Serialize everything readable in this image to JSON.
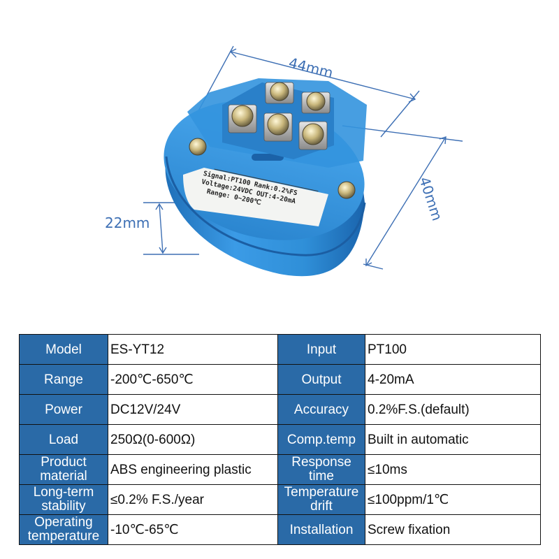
{
  "figure": {
    "dim_width": "44mm",
    "dim_height": "22mm",
    "dim_depth": "40mm",
    "label_line1": "Signal:PT100  Rank:0.2%FS",
    "label_line2": "Voltage:24VDC  OUT:4-20mA",
    "label_line3": "Range: 0~200℃",
    "body_color": "#2f8fd8",
    "dimension_color": "#3d6fb4"
  },
  "specs": {
    "header_color": "#2a6aa7",
    "rows": [
      {
        "k1": "Model",
        "v1": "ES-YT12",
        "k2": "Input",
        "v2": "PT100"
      },
      {
        "k1": "Range",
        "v1": "-200℃-650℃",
        "k2": "Output",
        "v2": "4-20mA"
      },
      {
        "k1": "Power",
        "v1": "DC12V/24V",
        "k2": "Accuracy",
        "v2": "0.2%F.S.(default)"
      },
      {
        "k1": "Load",
        "v1": "250Ω(0-600Ω)",
        "k2": "Comp.temp",
        "v2": "Built in automatic"
      },
      {
        "k1a": "Product",
        "k1b": "material",
        "v1": "ABS engineering plastic",
        "k2a": "Response",
        "k2b": "time",
        "v2": "≤10ms"
      },
      {
        "k1a": "Long-term",
        "k1b": "stability",
        "v1": "≤0.2% F.S./year",
        "k2a": "Temperature",
        "k2b": "drift",
        "v2": "≤100ppm/1℃"
      },
      {
        "k1a": "Operating",
        "k1b": "temperature",
        "v1": "-10℃-65℃",
        "k2": "Installation",
        "v2": "Screw fixation"
      }
    ]
  }
}
